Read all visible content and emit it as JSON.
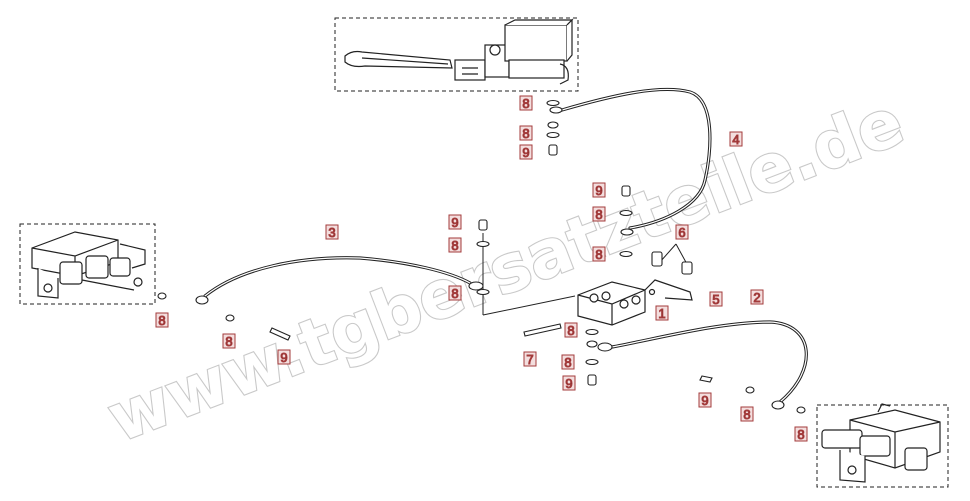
{
  "watermark": "www.tgbersatzteile.de",
  "colors": {
    "line": "#222222",
    "callout_box": "#a33b3b",
    "callout_fill": "#f3dede",
    "watermark_stroke": "#c9c9c9"
  },
  "callouts": {
    "c1": "1",
    "c2": "2",
    "c3": "3",
    "c4": "4",
    "c5": "5",
    "c6": "6",
    "c7": "7",
    "c8a": "8",
    "c8b": "8",
    "c8c": "8",
    "c8d": "8",
    "c8e": "8",
    "c8f": "8",
    "c8g": "8",
    "c8h": "8",
    "c8i": "8",
    "c8j": "8",
    "c8k": "8",
    "c8l": "8",
    "c9a": "9",
    "c9b": "9",
    "c9c": "9",
    "c9d": "9",
    "c9e": "9",
    "c9f": "9"
  }
}
